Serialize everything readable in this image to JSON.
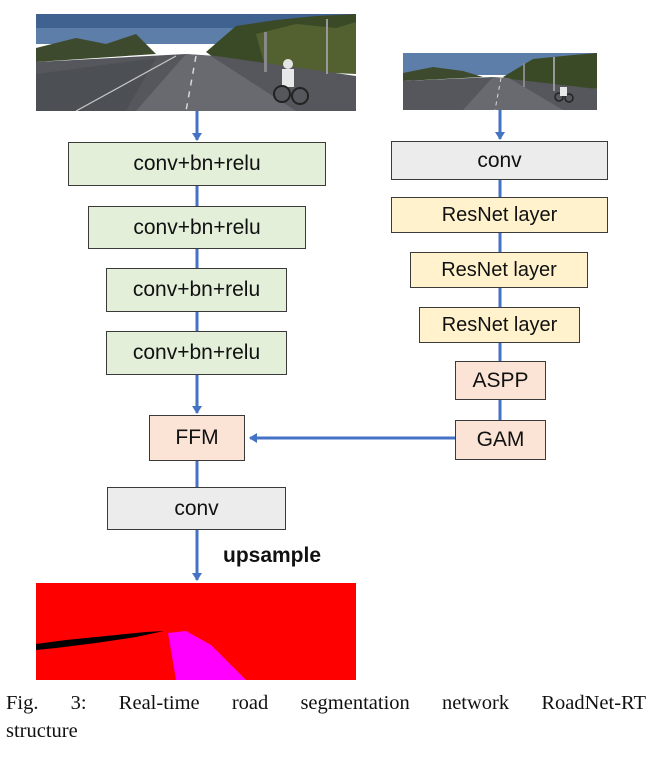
{
  "left_branch": {
    "blocks": [
      "conv+bn+relu",
      "conv+bn+relu",
      "conv+bn+relu",
      "conv+bn+relu"
    ],
    "fusion": "FFM",
    "final_conv": "conv",
    "upsample_label": "upsample"
  },
  "right_branch": {
    "conv": "conv",
    "resnet_layers": [
      "ResNet layer",
      "ResNet layer",
      "ResNet layer"
    ],
    "aspp": "ASPP",
    "gam": "GAM"
  },
  "caption": {
    "line1": "Fig. 3: Real-time road segmentation network RoadNet-RT",
    "line2": "structure"
  },
  "colors": {
    "arrow": "#4472c4",
    "green_block": "#e3efd9",
    "gray_block": "#ececec",
    "yellow_block": "#fff2cc",
    "peach_block": "#fbe4d6",
    "segmentation_background": "#ff0000",
    "segmentation_road": "#ff00ff"
  }
}
